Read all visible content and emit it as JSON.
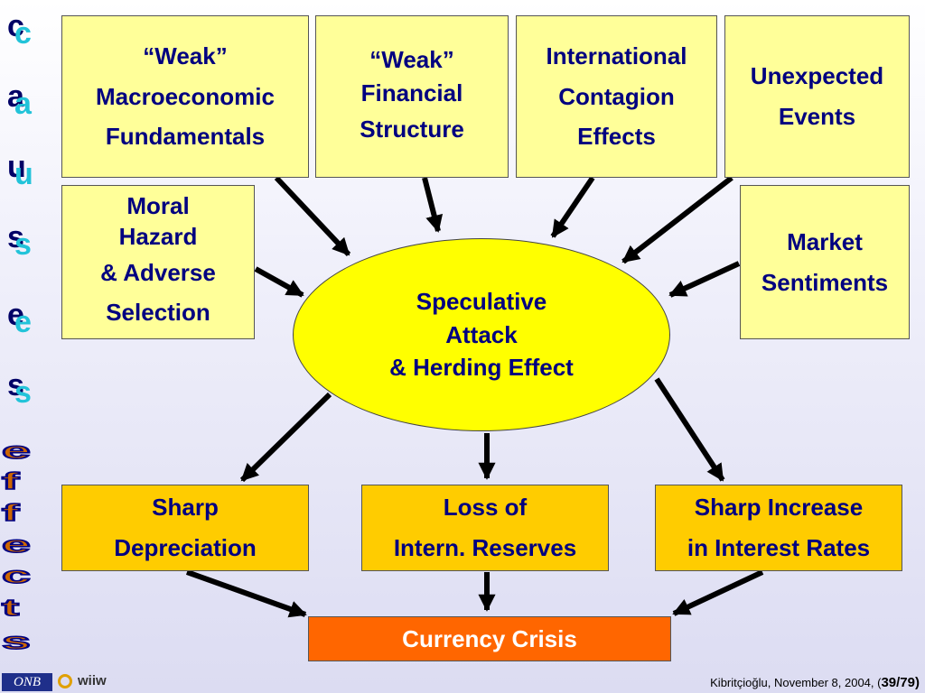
{
  "causes_word": [
    "c",
    "a",
    "u",
    "s",
    "e",
    "s"
  ],
  "effects_word": [
    "e",
    "f",
    "f",
    "e",
    "c",
    "t",
    "s"
  ],
  "causes": {
    "weak_macro": [
      "“Weak”",
      "Macroeconomic",
      "Fundamentals"
    ],
    "weak_financial": [
      "“Weak”",
      "Financial",
      "Structure"
    ],
    "contagion": [
      "International",
      "Contagion",
      "Effects"
    ],
    "unexpected": [
      "Unexpected",
      "Events"
    ],
    "moral_hazard": [
      "Moral",
      "Hazard",
      "& Adverse",
      "Selection"
    ],
    "market_sentiments": [
      "Market",
      "Sentiments"
    ]
  },
  "center": [
    "Speculative",
    "Attack",
    "& Herding Effect"
  ],
  "effects": {
    "depreciation": [
      "Sharp",
      "Depreciation"
    ],
    "reserves": [
      "Loss of",
      "Intern. Reserves"
    ],
    "interest": [
      "Sharp Increase",
      "in Interest Rates"
    ]
  },
  "outcome": "Currency Crisis",
  "logos": {
    "onb": "ONB",
    "wiiw": "wiiw"
  },
  "footer": {
    "credit": "Kibritçioğlu, November 8, 2004, (",
    "page": "39/79",
    "close": ")"
  },
  "colors": {
    "text": "#000080",
    "cause_fill": "#ffff99",
    "effect_fill": "#ffcc00",
    "crisis_fill": "#ff6600",
    "ellipse_fill": "#ffff00",
    "arrow": "#000000"
  }
}
